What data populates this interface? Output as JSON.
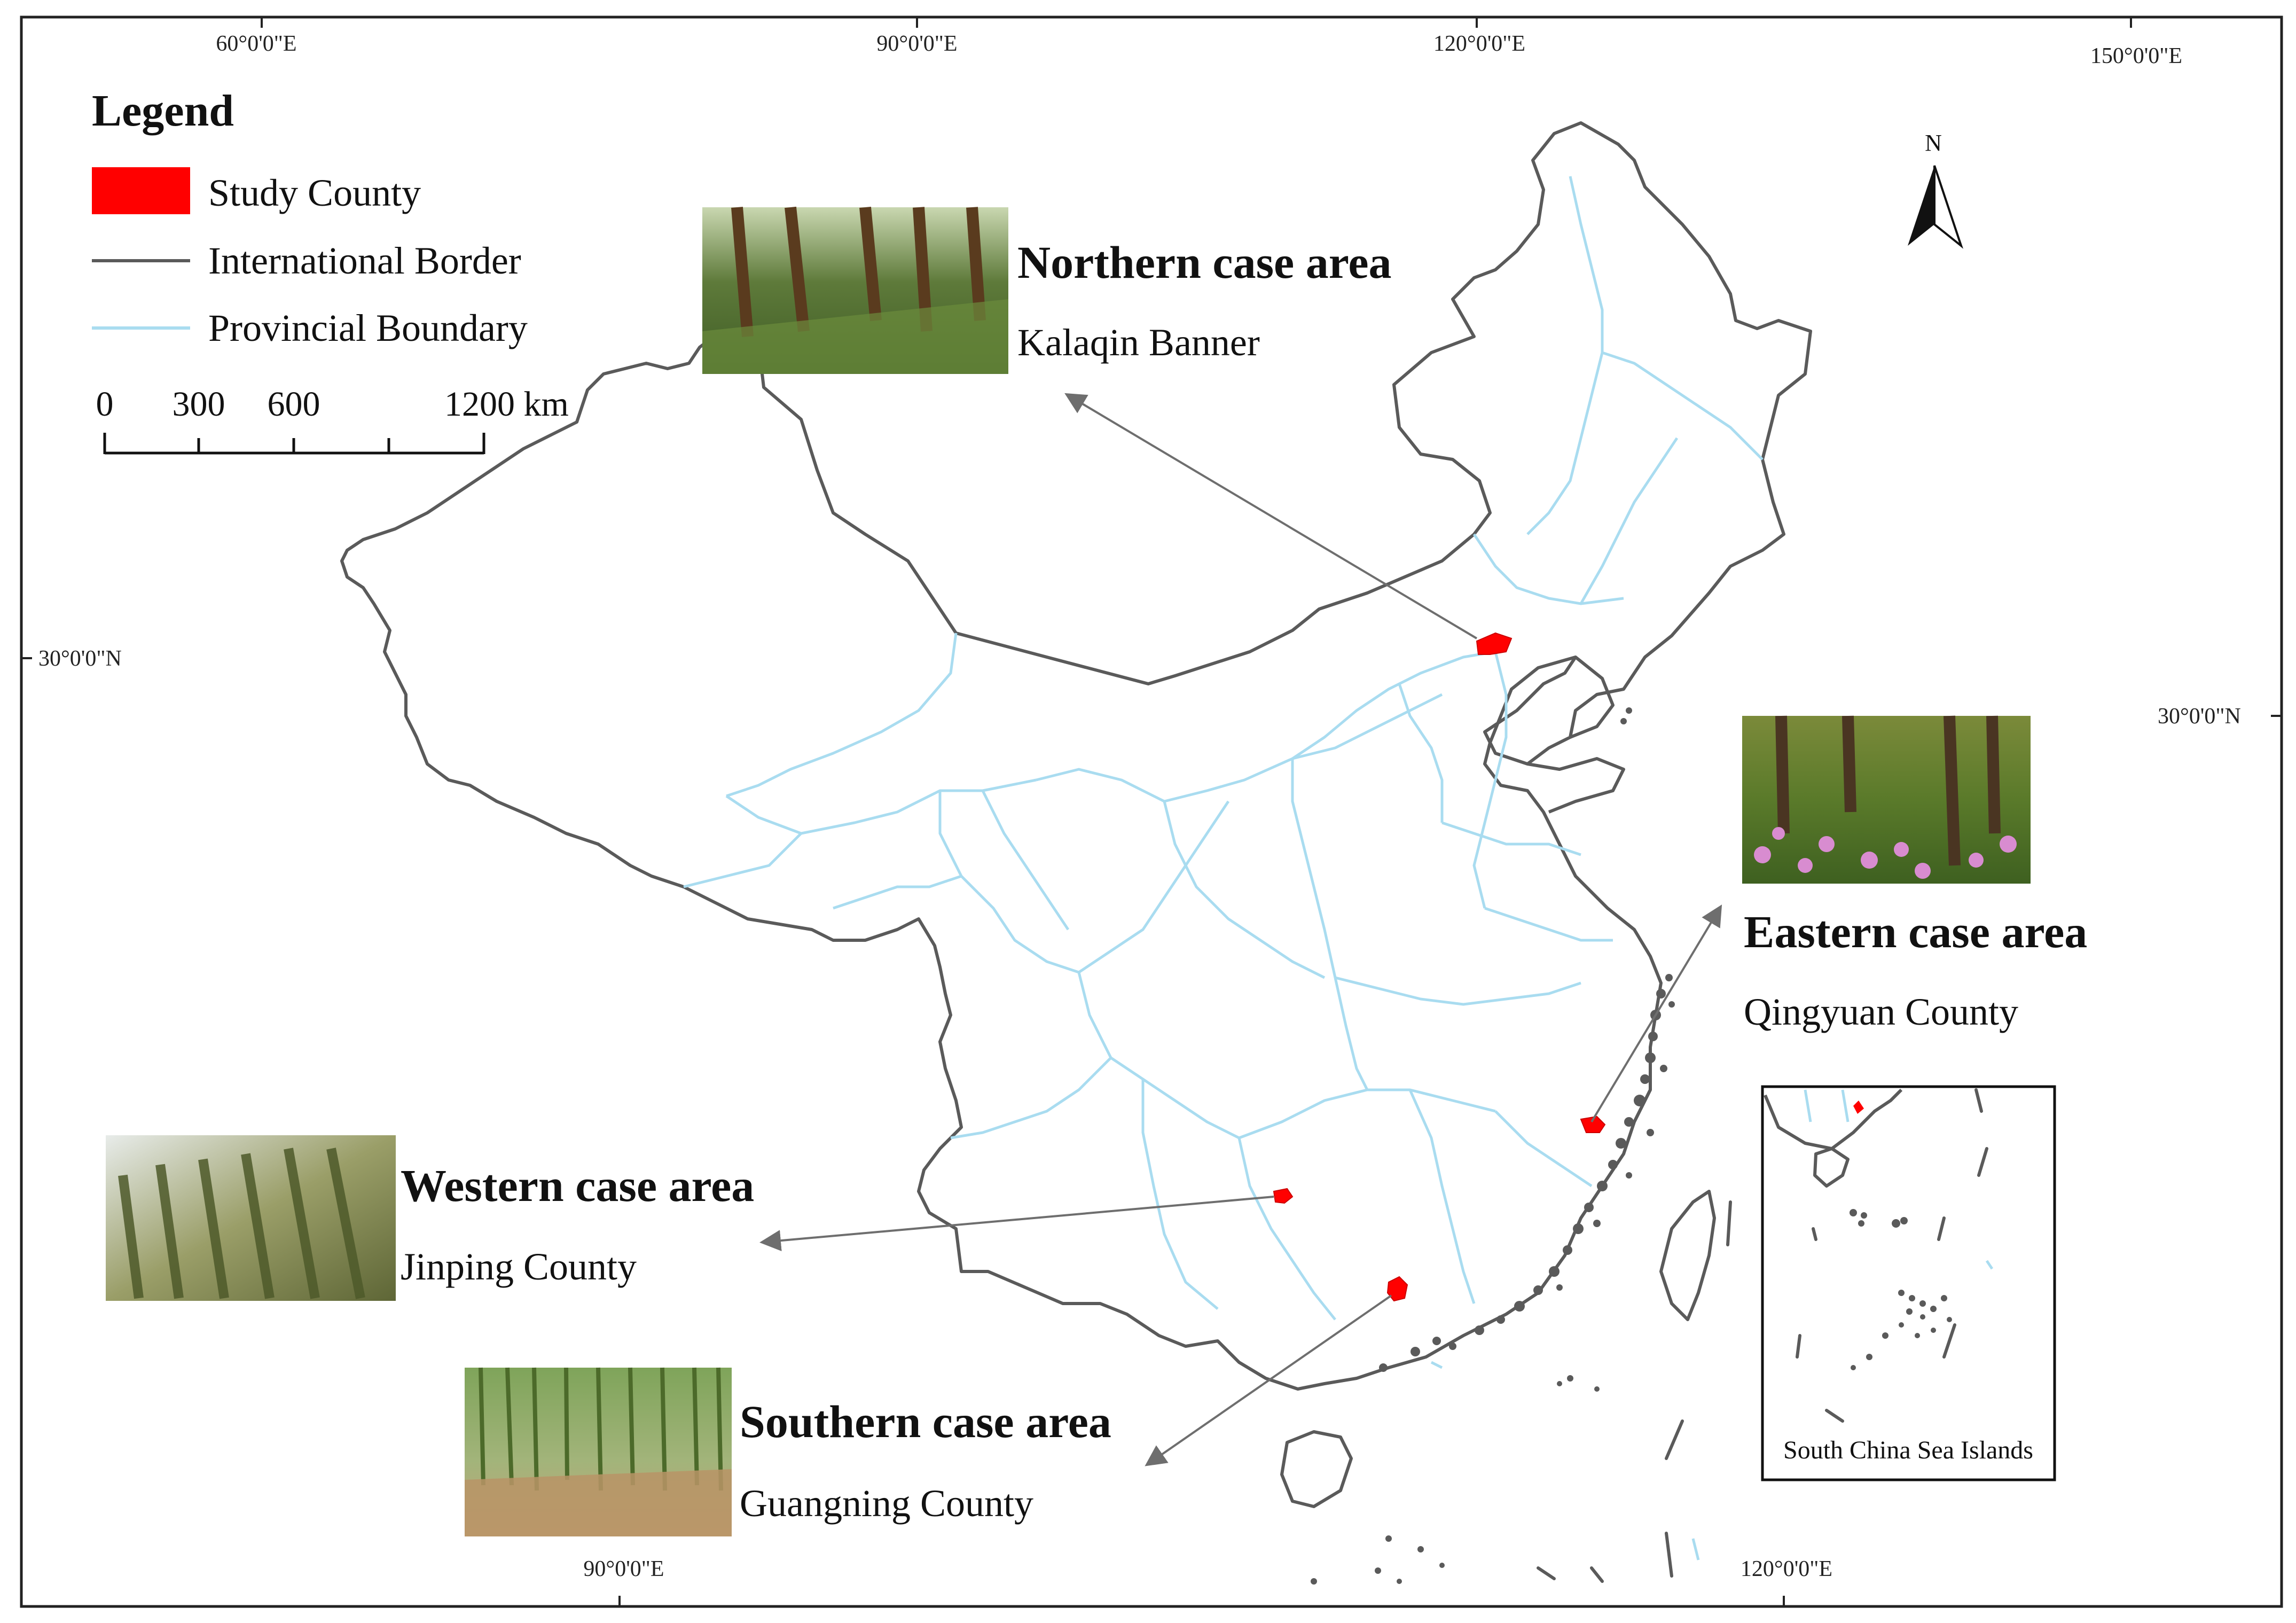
{
  "colors": {
    "study_county": "#ff0000",
    "international_border": "#5a5a5a",
    "provincial_boundary": "#a9dcf0",
    "frame": "#222222"
  },
  "coordinates": {
    "top": [
      "60°0'0\"E",
      "90°0'0\"E",
      "120°0'0\"E",
      "150°0'0\"E"
    ],
    "bottom": [
      "90°0'0\"E",
      "120°0'0\"E"
    ],
    "left": "30°0'0\"N",
    "right": "30°0'0\"N"
  },
  "north_arrow": {
    "label": "N"
  },
  "legend": {
    "title": "Legend",
    "items": [
      {
        "label": "Study County",
        "symbol": "red-patch"
      },
      {
        "label": "International Border",
        "symbol": "gray-line"
      },
      {
        "label": "Provincial Boundary",
        "symbol": "light-blue-line"
      }
    ]
  },
  "scale_bar": {
    "ticks": [
      "0",
      "300",
      "600",
      "1200 km"
    ]
  },
  "case_areas": [
    {
      "id": "northern",
      "title": "Northern case area",
      "county": "Kalaqin Banner",
      "photo": "pine-forest-photo"
    },
    {
      "id": "eastern",
      "title": "Eastern case area",
      "county": "Qingyuan County",
      "photo": "orchid-forest-photo"
    },
    {
      "id": "western",
      "title": "Western case area",
      "county": "Jinping County",
      "photo": "crop-rows-photo"
    },
    {
      "id": "southern",
      "title": "Southern case area",
      "county": "Guangning County",
      "photo": "bamboo-grove-photo"
    }
  ],
  "inset": {
    "label": "South China Sea Islands"
  }
}
